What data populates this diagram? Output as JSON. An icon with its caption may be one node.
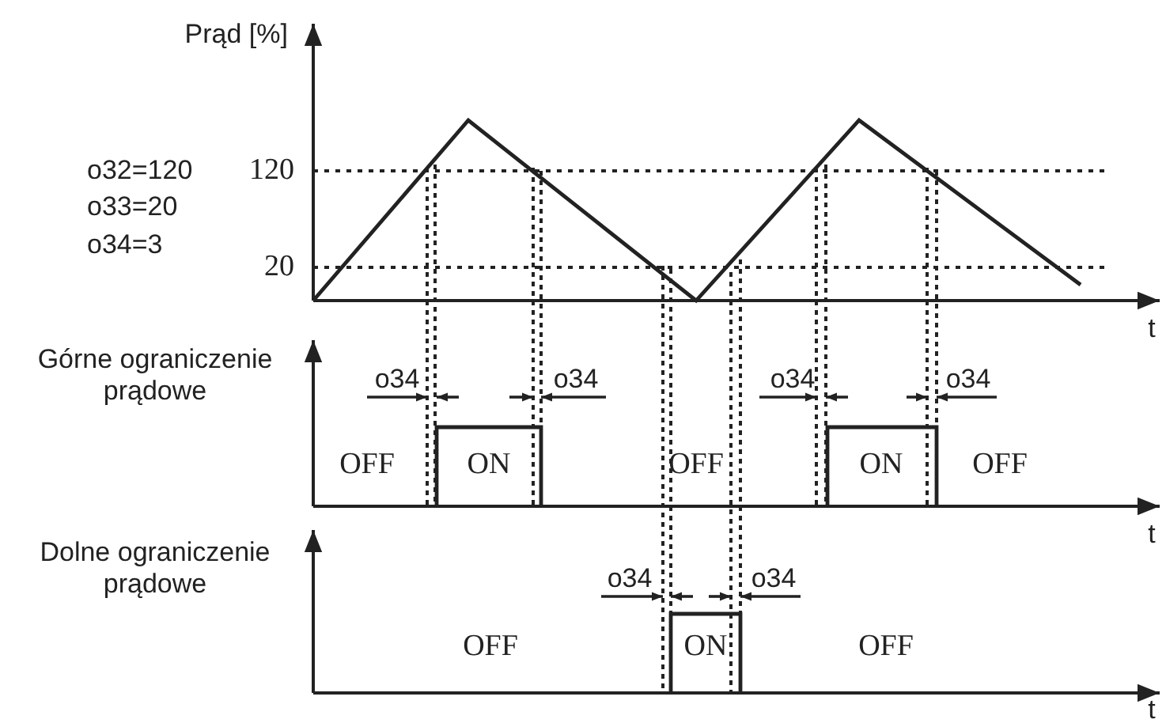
{
  "diagram": {
    "labels": [
      "Prąd [%]",
      "o32=120",
      "120",
      "o33=20",
      "o34=3",
      "20",
      "t",
      "Górne ograniczenie prądowe",
      "o34",
      "o34",
      "o34",
      "o34",
      "OFF",
      "ON",
      "OFF",
      "ON",
      "OFF",
      "t",
      "Dolne ograniczenie prądowe",
      "o34",
      "o34",
      "OFF",
      "ON",
      "OFF",
      "t"
    ]
  }
}
